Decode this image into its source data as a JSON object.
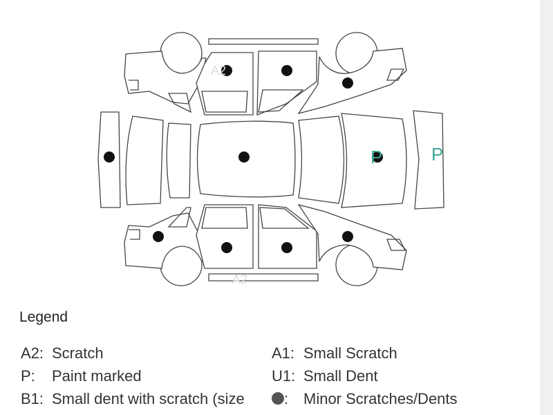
{
  "diagram": {
    "markers": {
      "front_left_door_top": "A2",
      "trunk_paint": "P",
      "rear_bumper_paint": "P",
      "bottom_rocker": "A2"
    }
  },
  "legend": {
    "title": "Legend",
    "items": [
      {
        "code": "A2:",
        "desc": "Scratch"
      },
      {
        "code": "A1:",
        "desc": "Small Scratch"
      },
      {
        "code": "P:",
        "desc": "Paint marked"
      },
      {
        "code": "U1:",
        "desc": "Small Dent"
      },
      {
        "code": "B1:",
        "desc": "Small dent with scratch (size"
      },
      {
        "code": ":",
        "desc": "Minor Scratches/Dents",
        "symbol": "dot"
      }
    ]
  },
  "colors": {
    "paint_marker": "#3fa79a",
    "damage_dot": "#111111",
    "outline": "#444444"
  }
}
